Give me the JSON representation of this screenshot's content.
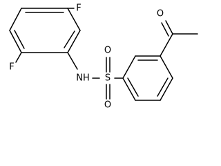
{
  "molecule": {
    "atoms": {
      "f_top": "F",
      "f_bottom": "F",
      "nh": "NH",
      "s": "S",
      "o_sulfonyl_top": "O",
      "o_sulfonyl_bottom": "O",
      "o_carbonyl": "O"
    },
    "colors": {
      "bond": "#000000",
      "label": "#000000",
      "background": "#ffffff"
    }
  }
}
